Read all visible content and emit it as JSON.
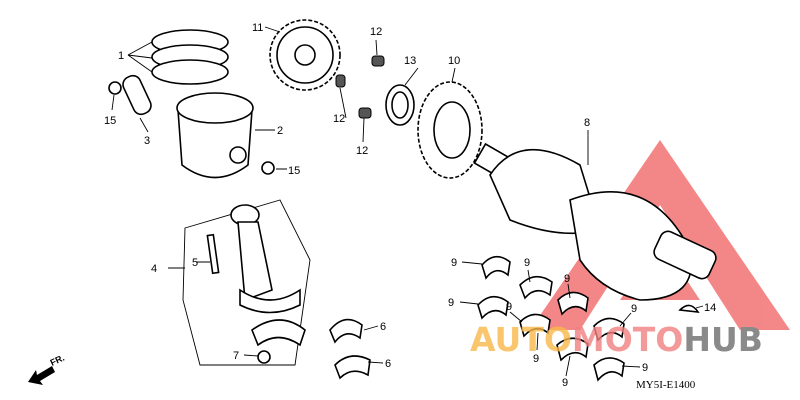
{
  "diagram_code": "MY5I-E1400",
  "direction_indicator": "FR.",
  "watermark": {
    "text_part1": "AUTO",
    "text_part2": "MOTO",
    "text_part3": "HUB",
    "colors": [
      "#f7b84a",
      "#f08080",
      "#8a8a8a"
    ],
    "logo_color": "#f06060"
  },
  "callouts": [
    "1",
    "11",
    "12",
    "13",
    "10",
    "12",
    "2",
    "15",
    "3",
    "12",
    "15",
    "8",
    "4",
    "5",
    "7",
    "6",
    "6",
    "9",
    "9",
    "9",
    "9",
    "9",
    "9",
    "9",
    "9",
    "9",
    "14"
  ]
}
